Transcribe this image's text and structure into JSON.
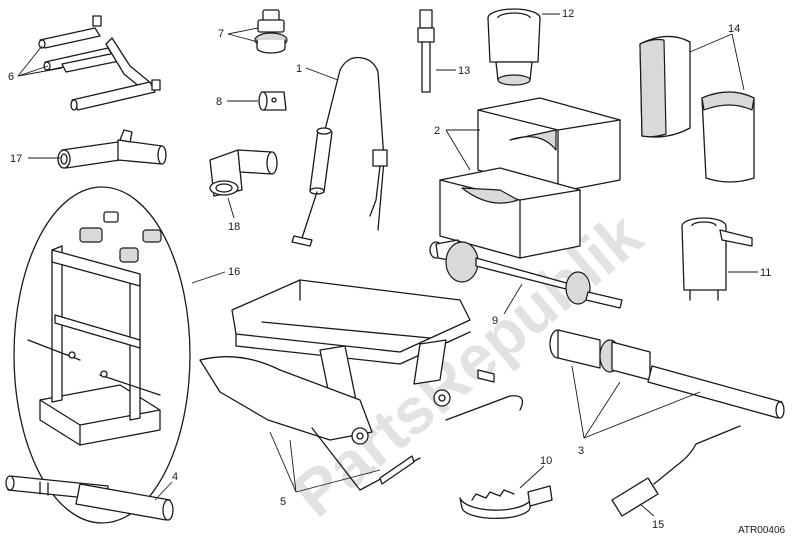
{
  "diagram": {
    "code": "ATR00406",
    "watermark": "PartsRepublik",
    "callouts": {
      "c1": "1",
      "c2": "2",
      "c3": "3",
      "c4": "4",
      "c5": "5",
      "c6": "6",
      "c7": "7",
      "c8": "8",
      "c9": "9",
      "c10": "10",
      "c11": "11",
      "c12": "12",
      "c13": "13",
      "c14": "14",
      "c15": "15",
      "c16": "16",
      "c17": "17",
      "c18": "18"
    },
    "icons": {
      "watermark_logo": "gear-icon"
    },
    "colors": {
      "line": "#1a1a1a",
      "shade": "#d9d9d9",
      "watermark": "#d0d0d0"
    }
  }
}
